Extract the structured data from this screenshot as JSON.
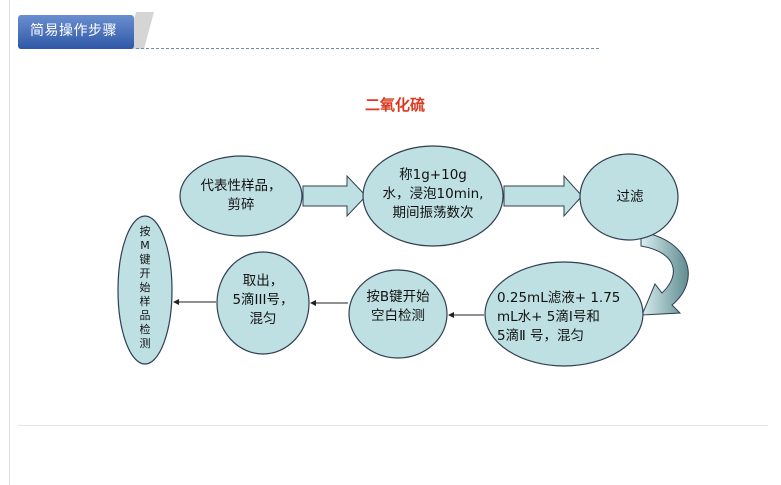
{
  "header": {
    "title": "简易操作步骤"
  },
  "diagram": {
    "title": "二氧化硫",
    "nodes": {
      "sample": "代表性样品，\n剪碎",
      "weigh": "称1g+10g\n水，浸泡10min,\n期间振荡数次",
      "filter": "过滤",
      "mix": "0.25mL滤液+ 1.75\nmL水+ 5滴Ⅰ号和\n5滴Ⅱ 号，混匀",
      "blank": "按B键开始\n空白检测",
      "take": "取出，\n5滴III号，\n混匀",
      "detect": "按\nM\n键\n开\n始\n样\n品\n检\n测"
    }
  },
  "colors": {
    "node_fill": "#bfe0e3",
    "node_stroke": "#2f3f52",
    "tab_blue": "#4a70b8",
    "title_red": "#d9391f"
  }
}
